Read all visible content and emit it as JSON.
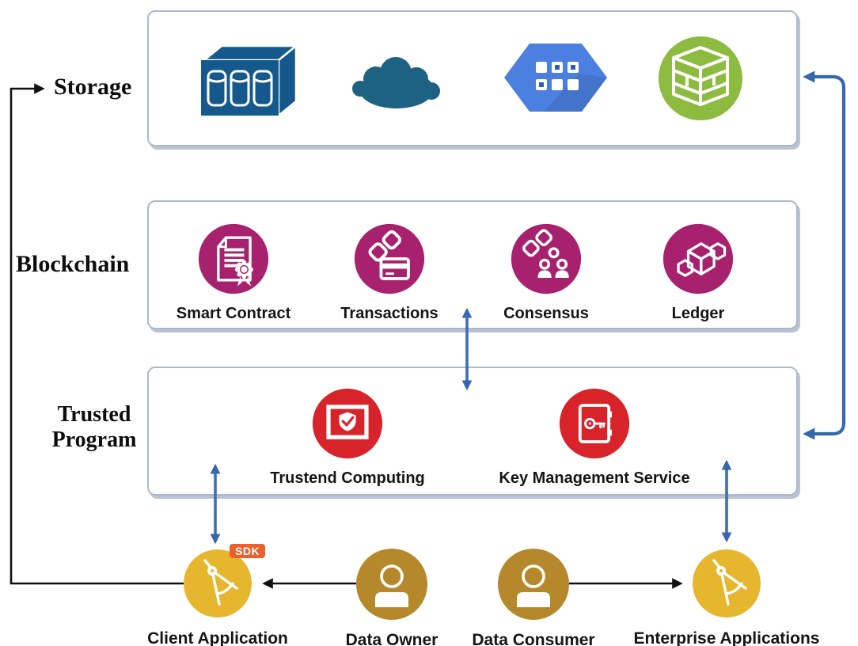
{
  "layers": {
    "storage": {
      "label": "Storage",
      "icons": [
        {
          "name": "database-server-icon"
        },
        {
          "name": "cloud-icon"
        },
        {
          "name": "hexagon-modules-icon"
        },
        {
          "name": "brick-warehouse-icon"
        }
      ]
    },
    "blockchain": {
      "label": "Blockchain",
      "items": [
        {
          "label": "Smart Contract",
          "icon": "smart-contract-icon"
        },
        {
          "label": "Transactions",
          "icon": "transactions-icon"
        },
        {
          "label": "Consensus",
          "icon": "consensus-icon"
        },
        {
          "label": "Ledger",
          "icon": "ledger-icon"
        }
      ]
    },
    "trusted_program": {
      "label_line1": "Trusted",
      "label_line2": "Program",
      "items": [
        {
          "label": "Trustend Computing",
          "icon": "trusted-computing-icon"
        },
        {
          "label": "Key Management Service",
          "icon": "key-management-icon"
        }
      ]
    }
  },
  "actors": [
    {
      "label": "Client Application",
      "icon": "compass-app-icon",
      "badge": "SDK"
    },
    {
      "label": "Data Owner",
      "icon": "person-icon"
    },
    {
      "label": "Data Consumer",
      "icon": "person-icon"
    },
    {
      "label": "Enterprise Applications",
      "icon": "compass-app-icon"
    }
  ],
  "colors": {
    "arrow_blue": "#3467AE",
    "arrow_black": "#111111",
    "box_border": "#A9BACE",
    "blockchain_accent": "#A8216E",
    "trusted_accent": "#D8232A",
    "actor_person_gold": "#B5892B",
    "actor_app_yellow": "#E6B62E",
    "sdk_badge_orange": "#ED5F2C",
    "storage_server_blue": "#15598C",
    "storage_cloud_teal": "#1D6183",
    "storage_hexagon_blue": "#4B80E1",
    "storage_bricks_green": "#8CBB3F"
  }
}
